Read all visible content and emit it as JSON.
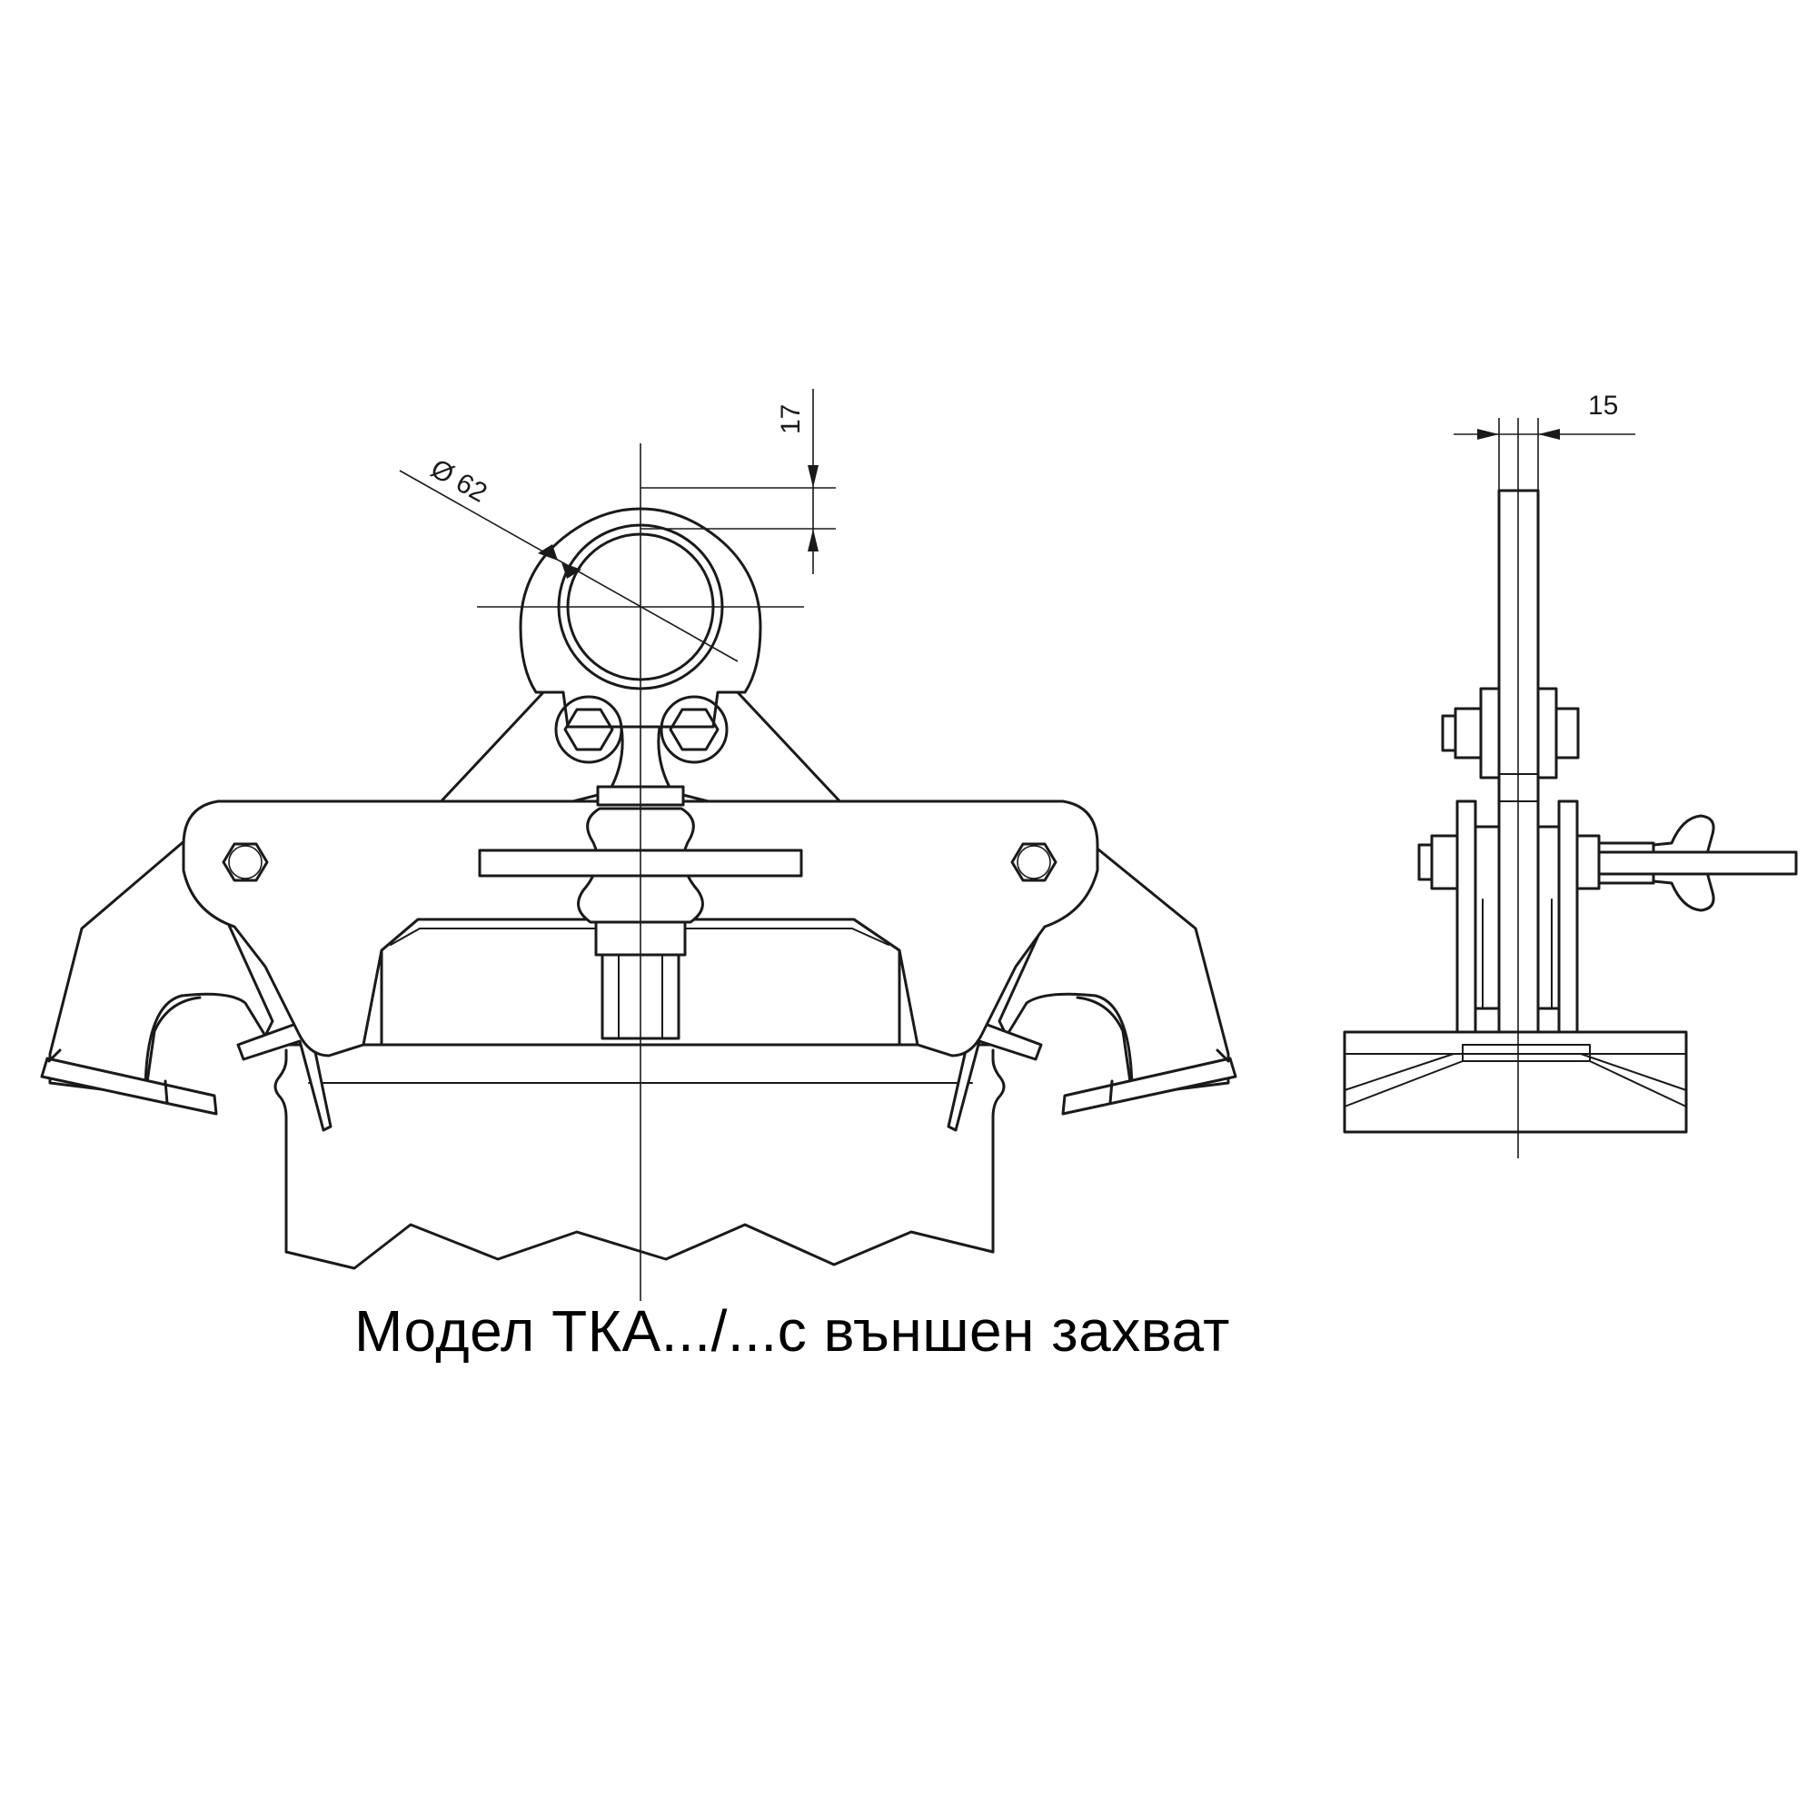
{
  "caption": "Модел ТКА.../...с външен захват",
  "dimensions": {
    "diameter": "Ø 62",
    "height": "17",
    "thickness": "15"
  },
  "colors": {
    "line": "#1a1a1a",
    "background": "#ffffff"
  }
}
